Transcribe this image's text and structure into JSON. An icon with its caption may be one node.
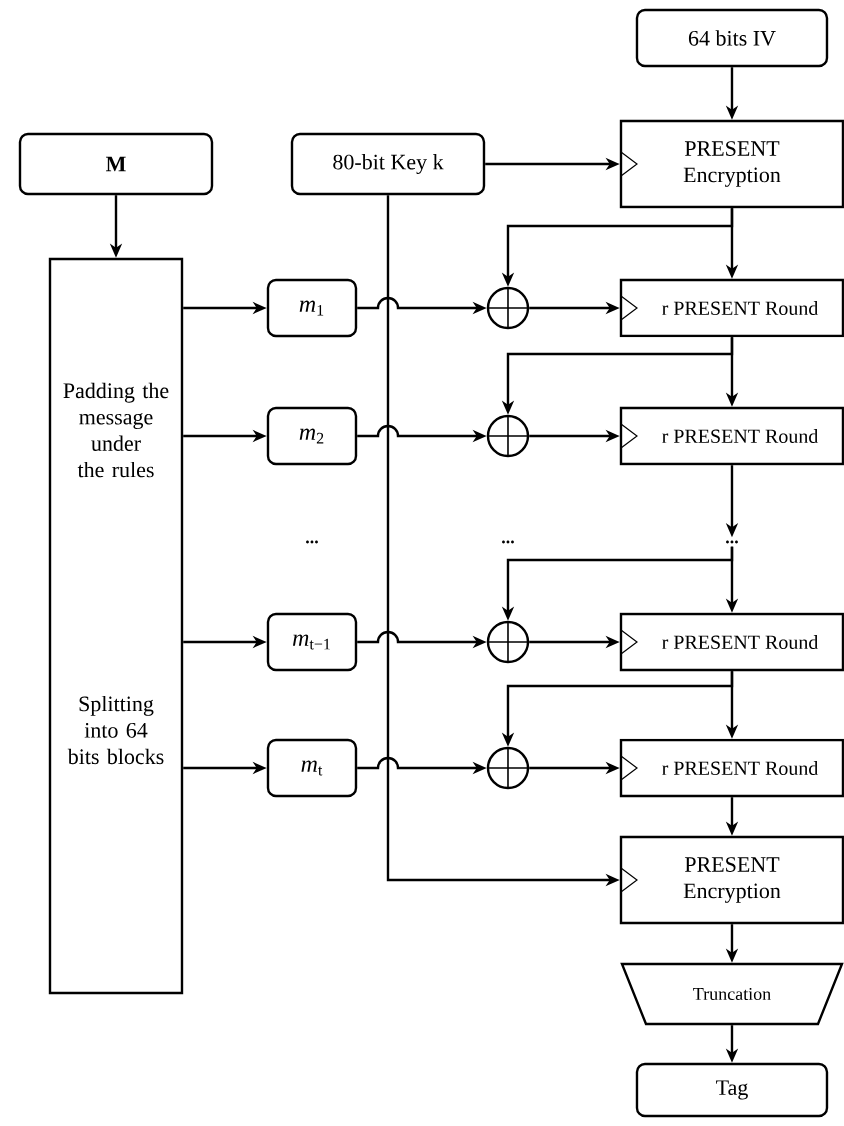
{
  "diagram": {
    "nodes": [
      {
        "text": [
          "**M**"
        ]
      },
      {
        "text": [
          "Padding the message under the rules",
          "Splitting into 64 bits blocks"
        ]
      },
      {
        "text": [
          "80-bit Key k"
        ]
      },
      {
        "text": [
          "64 bits IV"
        ]
      },
      {
        "text": [
          "PRESENT Encryption"
        ]
      },
      {
        "text": [
          "*m*$_{1}$"
        ]
      },
      {
        "text": [],
        "shape": "circle"
      },
      {
        "text": [
          "r PRESENT Round"
        ]
      },
      {
        "text": [
          "*m*$_{2}$"
        ]
      },
      {
        "text": [],
        "shape": "circle"
      },
      {
        "text": [
          "r PRESENT Round"
        ]
      },
      {
        "text": [
          "..."
        ]
      },
      {
        "text": [
          "*m*$_{t−1}$"
        ]
      },
      {
        "text": [],
        "shape": "circle"
      },
      {
        "text": [
          "r PRESENT Round"
        ]
      },
      {
        "text": [
          "*m*$_{t}$"
        ]
      },
      {
        "text": [],
        "shape": "circle"
      },
      {
        "text": [
          "r PRESENT Round"
        ]
      },
      {
        "text": [
          "PRESENT Encryption"
        ]
      },
      {
        "text": [
          "Truncation"
        ]
      },
      {
        "text": [
          "Tag"
        ]
      }
    ],
    "edges": [
      {
        "from": 3,
        "to": 4,
        "arrow": "to"
      },
      {
        "from": 0,
        "to": 1,
        "arrow": "to"
      },
      {
        "from": 2,
        "to": 4,
        "arrow": "to"
      },
      {
        "from": 2,
        "to": 18,
        "arrow": "to"
      },
      {
        "from": 1,
        "to": 5,
        "arrow": "to"
      },
      {
        "from": 1,
        "to": 8,
        "arrow": "to"
      },
      {
        "from": 1,
        "to": 12,
        "arrow": "to"
      },
      {
        "from": 1,
        "to": 15,
        "arrow": "to"
      },
      {
        "from": 5,
        "to": 6,
        "arrow": "to"
      },
      {
        "from": 8,
        "to": 9,
        "arrow": "to"
      },
      {
        "from": 12,
        "to": 13,
        "arrow": "to"
      },
      {
        "from": 15,
        "to": 16,
        "arrow": "to"
      },
      {
        "from": 6,
        "to": 7,
        "arrow": "to"
      },
      {
        "from": 9,
        "to": 10,
        "arrow": "to"
      },
      {
        "from": 13,
        "to": 14,
        "arrow": "to"
      },
      {
        "from": 16,
        "to": 17,
        "arrow": "to"
      },
      {
        "from": 4,
        "to": 7,
        "arrow": "to"
      },
      {
        "from": 4,
        "to": 6,
        "arrow": "to"
      },
      {
        "from": 7,
        "to": 10,
        "arrow": "to"
      },
      {
        "from": 7,
        "to": 9,
        "arrow": "to"
      },
      {
        "from": 10,
        "to": 11,
        "arrow": "to"
      },
      {
        "from": 11,
        "to": 14,
        "arrow": "to"
      },
      {
        "from": 11,
        "to": 13,
        "arrow": "to"
      },
      {
        "from": 14,
        "to": 17,
        "arrow": "to"
      },
      {
        "from": 14,
        "to": 16,
        "arrow": "to"
      },
      {
        "from": 17,
        "to": 18,
        "arrow": "to"
      },
      {
        "from": 18,
        "to": 19,
        "arrow": "to"
      },
      {
        "from": 19,
        "to": 20,
        "arrow": "to"
      }
    ],
    "labels": [
      "...",
      "..."
    ]
  }
}
